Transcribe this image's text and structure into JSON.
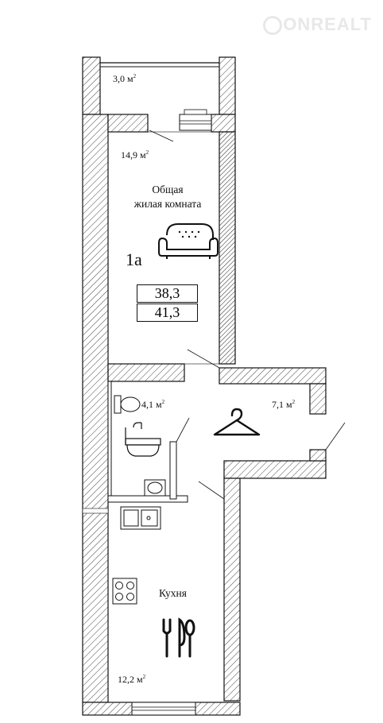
{
  "watermark": "ONREALT",
  "unit": {
    "number": "1а",
    "area_living": "38,3",
    "area_total": "41,3"
  },
  "rooms": {
    "balcony": {
      "area": "3,0 м",
      "sup": "2"
    },
    "living": {
      "area": "14,9 м",
      "sup": "2",
      "name_line1": "Общая",
      "name_line2": "жилая комната"
    },
    "bathroom": {
      "area": "4,1 м",
      "sup": "2"
    },
    "hallway": {
      "area": "7,1 м",
      "sup": "2"
    },
    "kitchen": {
      "area": "12,2 м",
      "sup": "2",
      "name": "Кухня"
    }
  },
  "icons": [
    "sofa-icon",
    "hanger-icon",
    "fork-knife-spoon-icon",
    "toilet-icon",
    "bathtub-icon",
    "sink-icon",
    "stove-icon",
    "kitchen-sink-icon"
  ],
  "colors": {
    "line": "#111111",
    "hatch": "#555555",
    "background": "#ffffff"
  }
}
